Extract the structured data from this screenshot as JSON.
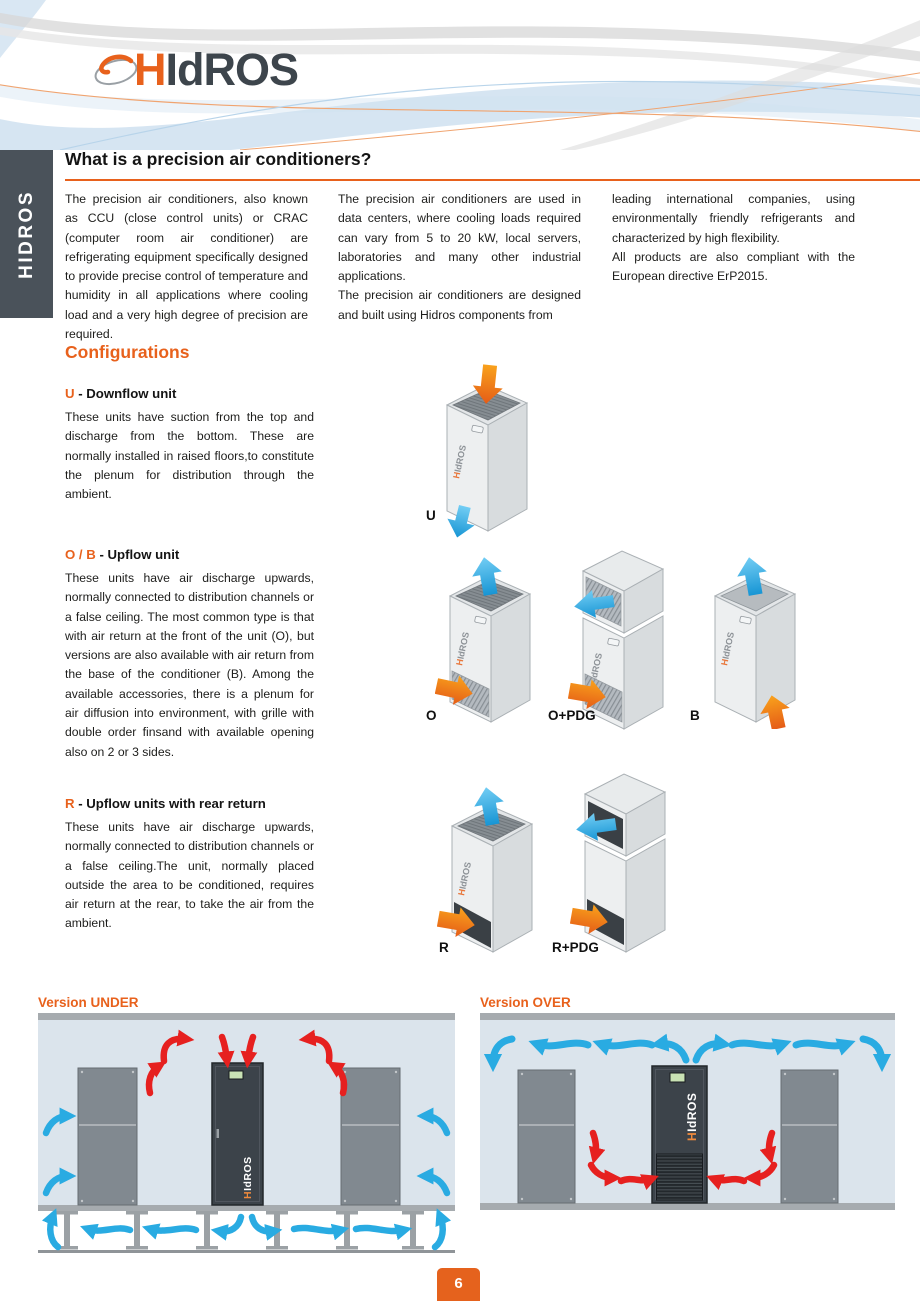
{
  "brand": {
    "logo_h": "H",
    "logo_rest": "IdROS",
    "swoosh_icon": "logo-swoosh-icon"
  },
  "side_tab": "HIDROS",
  "intro": {
    "title": "What is a precision air conditioners?",
    "col1": "The precision air conditioners, also known as CCU (close control units) or CRAC (computer room air conditioner) are refrigerating equipment specifically designed to provide precise control of temperature and humidity in all applications where cooling load and a very high degree of precision are required.",
    "col2": "The precision air conditioners are used in data centers, where cooling loads required can vary from 5 to 20 kW, local servers, laboratories and many other industrial applications.\nThe precision air conditioners are designed and built using Hidros components from",
    "col3": "leading international companies, using environmentally friendly refrigerants and characterized by high flexibility.\nAll products are also compliant with the European directive ErP2015."
  },
  "configurations": {
    "title": "Configurations",
    "sections": [
      {
        "code": "U",
        "name": " - Downflow unit",
        "body": "These units have suction from the top and discharge from the bottom. These are normally installed in raised floors,to constitute the plenum for distribution through the ambient."
      },
      {
        "code": "O / B",
        "name": " - Upflow unit",
        "body": "These units have air discharge upwards, normally connected to distribution channels or a false ceiling. The most common type is that with air return at the front of the unit (O), but versions are also available with air return from the base of the conditioner (B). Among the available accessories, there is a plenum for air diffusion into environment, with grille with double order finsand with available opening also on 2 or 3 sides."
      },
      {
        "code": "R",
        "name": " - Upflow units with rear return",
        "body": "These units have air discharge upwards, normally connected to distribution channels or a false ceiling.The unit, normally placed outside the area to be conditioned, requires air return at the rear, to take the air from the ambient."
      }
    ],
    "figures": [
      {
        "label": "U"
      },
      {
        "label": "O"
      },
      {
        "label": "O+PDG"
      },
      {
        "label": "B"
      },
      {
        "label": "R"
      },
      {
        "label": "R+PDG"
      }
    ]
  },
  "versions": {
    "under": "Version UNDER",
    "over": "Version OVER"
  },
  "footer": {
    "page_number": "6"
  },
  "colors": {
    "accent": "#E8611C",
    "logo_dark": "#3D454C",
    "sidebar": "#4A525A",
    "arrow_blue": "#29ABE2",
    "arrow_red": "#E6201F",
    "room_bg": "#DBE4EC",
    "bar_gray": "#A6ABAF",
    "unit_dark": "#3C434A"
  }
}
